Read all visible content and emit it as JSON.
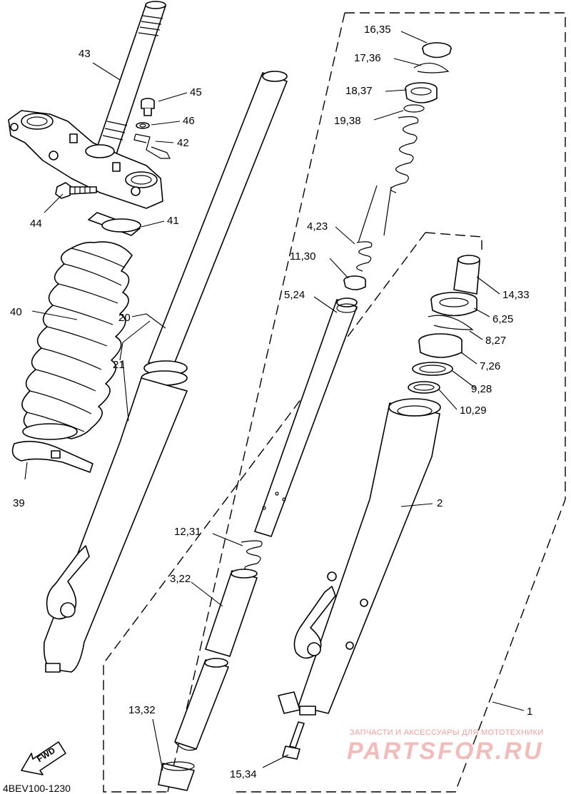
{
  "diagram": {
    "reference_code": "4BEV100-1230",
    "fwd_label": "FWD",
    "watermark": {
      "caption": "ЗАПЧАСТИ И АКСЕССУАРЫ ДЛЯ МОТОТЕХНИКИ",
      "brand": "PARTSFOR.RU"
    },
    "callouts": [
      {
        "id": "c43",
        "label": "43"
      },
      {
        "id": "c45",
        "label": "45"
      },
      {
        "id": "c46",
        "label": "46"
      },
      {
        "id": "c42",
        "label": "42"
      },
      {
        "id": "c44",
        "label": "44"
      },
      {
        "id": "c41",
        "label": "41"
      },
      {
        "id": "c40",
        "label": "40"
      },
      {
        "id": "c20",
        "label": "20"
      },
      {
        "id": "c21",
        "label": "21"
      },
      {
        "id": "c39",
        "label": "39"
      },
      {
        "id": "c16",
        "label": "16,35"
      },
      {
        "id": "c17",
        "label": "17,36"
      },
      {
        "id": "c18",
        "label": "18,37"
      },
      {
        "id": "c19",
        "label": "19,38"
      },
      {
        "id": "c4",
        "label": "4,23"
      },
      {
        "id": "c11",
        "label": "11,30"
      },
      {
        "id": "c5",
        "label": "5,24"
      },
      {
        "id": "c14",
        "label": "14,33"
      },
      {
        "id": "c6",
        "label": "6,25"
      },
      {
        "id": "c8",
        "label": "8,27"
      },
      {
        "id": "c7",
        "label": "7,26"
      },
      {
        "id": "c9",
        "label": "9,28"
      },
      {
        "id": "c10",
        "label": "10,29"
      },
      {
        "id": "c2",
        "label": "2"
      },
      {
        "id": "c12",
        "label": "12,31"
      },
      {
        "id": "c3",
        "label": "3,22"
      },
      {
        "id": "c13",
        "label": "13,32"
      },
      {
        "id": "c15",
        "label": "15,34"
      },
      {
        "id": "c1",
        "label": "1"
      }
    ]
  }
}
